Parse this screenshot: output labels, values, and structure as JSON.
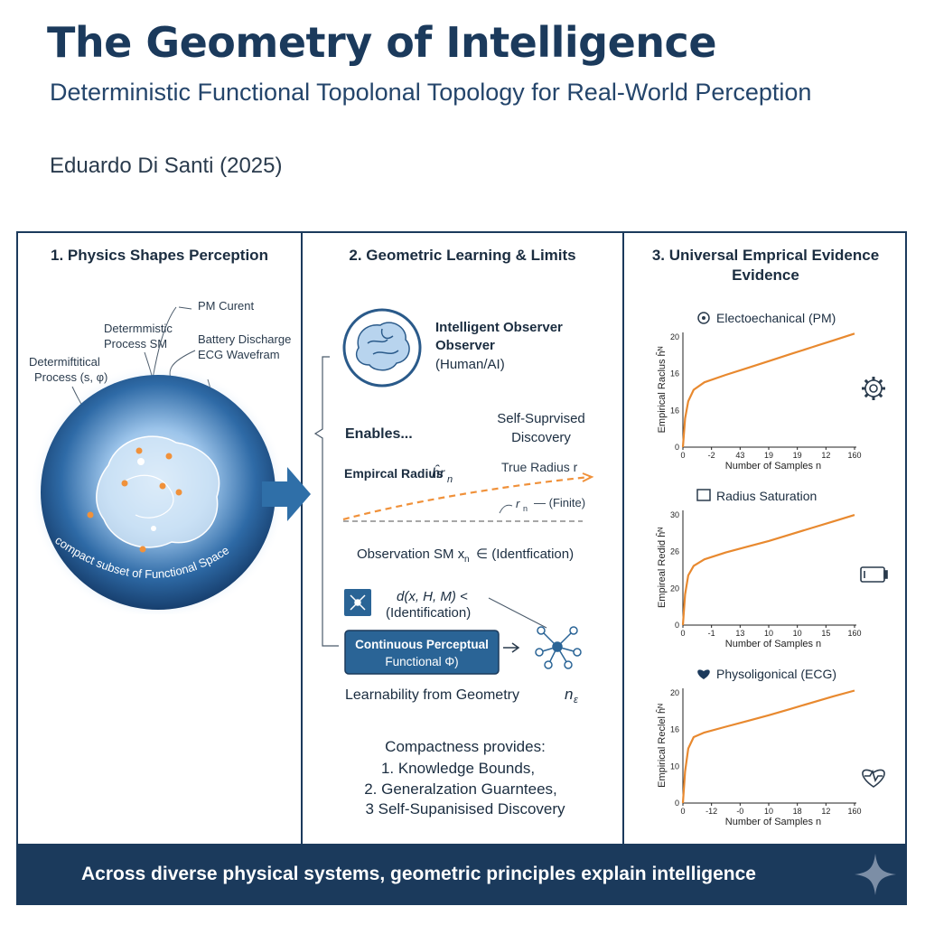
{
  "header": {
    "title": "The Geometry of Intelligence",
    "subtitle": "Deterministic Functional Topolonal Topology for Real-World Perception",
    "author": "Eduardo Di Santi (2025)"
  },
  "panel1": {
    "title": "1. Physics Shapes Perception",
    "labels": {
      "pm_current": "PM Curent",
      "det_process_1a": "Determmistic",
      "det_process_1b": "Process SM",
      "battery": "Battery Discharge",
      "ecg": "ECG Wavefram",
      "det_process_2a": "Determiftitical",
      "det_process_2b": "Process (s, φ)",
      "sphere_caption": "compact subset of Functional Space"
    },
    "colors": {
      "sphere": "#1f4f86",
      "points": "#f0913a"
    }
  },
  "panel2": {
    "title": "2. Geometric Learning & Limits",
    "observer_title_1": "Intelligent Observer",
    "observer_title_2": "Observer",
    "observer_sub": "(Human/AI)",
    "enables": "Enables...",
    "self_sup_1": "Self-Suprvised",
    "self_sup_2": "Discovery",
    "empirical_radius": "Empircal Radius",
    "empirical_symbol": "ĥr",
    "empirical_sub": "n",
    "true_radius": "True Radius r",
    "finite_r": "r",
    "finite_sub": "n",
    "finite": "—  (Finite)",
    "observation": "Observation SM  x",
    "observation_sub": "n",
    "observation_tail": "∈ (Identfication)",
    "distance_1": "d(x, H, M) <",
    "distance_2": "(Identification)",
    "functional_1": "Continuous Perceptual",
    "functional_2": "Functional Φ)",
    "learnability": "Learnability from Geometry",
    "learn_symbol": "n",
    "learn_sub": "ε",
    "compactness": [
      "Compactness provides:",
      "1. Knowledge Bounds,",
      "2. Generalzation Guarntees,",
      "3 Self-Supanisised Discovery"
    ],
    "colors": {
      "dashed": "#f0913a",
      "box": "#2a6496"
    }
  },
  "panel3": {
    "title_1": "3. Universal Emprical Evidence",
    "title_2": "Evidence"
  },
  "chart_data": [
    {
      "type": "line",
      "title": "Electoechanical (PM)",
      "xlabel": "Number of Samples n",
      "ylabel": "Empirical Raclus ĥᴺ",
      "x_ticks": [
        "0",
        "-2",
        "43",
        "19",
        "19",
        "12",
        "160"
      ],
      "y_ticks": [
        "20",
        "16",
        "16",
        "0"
      ],
      "ylim": [
        0,
        20
      ],
      "x": [
        0,
        2,
        5,
        10,
        20,
        40,
        60,
        80,
        100,
        120,
        140,
        160
      ],
      "series": [
        {
          "values": [
            0,
            5,
            8,
            10,
            11.3,
            12.6,
            13.8,
            15.0,
            16.2,
            17.4,
            18.6,
            19.8
          ]
        }
      ],
      "icon": "gear-icon",
      "color": "#e8892f"
    },
    {
      "type": "line",
      "title": "Radius Saturation",
      "xlabel": "Number of Samples n",
      "ylabel": "Empireal Redid ĥᴺ",
      "x_ticks": [
        "0",
        "-1",
        "13",
        "10",
        "10",
        "15",
        "160"
      ],
      "y_ticks": [
        "30",
        "26",
        "20",
        "0"
      ],
      "ylim": [
        0,
        30
      ],
      "x": [
        0,
        2,
        5,
        10,
        20,
        40,
        60,
        80,
        100,
        120,
        140,
        160
      ],
      "series": [
        {
          "values": [
            0,
            8,
            13,
            15.5,
            17.2,
            19,
            20.5,
            22,
            23.7,
            25.4,
            27.1,
            28.8
          ]
        }
      ],
      "icon": "battery-icon",
      "color": "#e8892f"
    },
    {
      "type": "line",
      "title": "Physoligonical (ECG)",
      "xlabel": "Number of Samples n",
      "ylabel": "Empirical Reclel ĥᴺ",
      "x_ticks": [
        "0",
        "-12",
        "-0",
        "10",
        "18",
        "12",
        "160"
      ],
      "y_ticks": [
        "20",
        "16",
        "10",
        "0"
      ],
      "ylim": [
        0,
        20
      ],
      "x": [
        0,
        2,
        5,
        10,
        20,
        40,
        60,
        80,
        100,
        120,
        140,
        160
      ],
      "series": [
        {
          "values": [
            0,
            5.5,
            9.5,
            11.5,
            12.3,
            13.3,
            14.3,
            15.3,
            16.4,
            17.5,
            18.6,
            19.6
          ]
        }
      ],
      "icon": "heart-icon",
      "color": "#e8892f"
    }
  ],
  "footer": {
    "text": "Across diverse physical systems, geometric principles explain intelligence"
  }
}
